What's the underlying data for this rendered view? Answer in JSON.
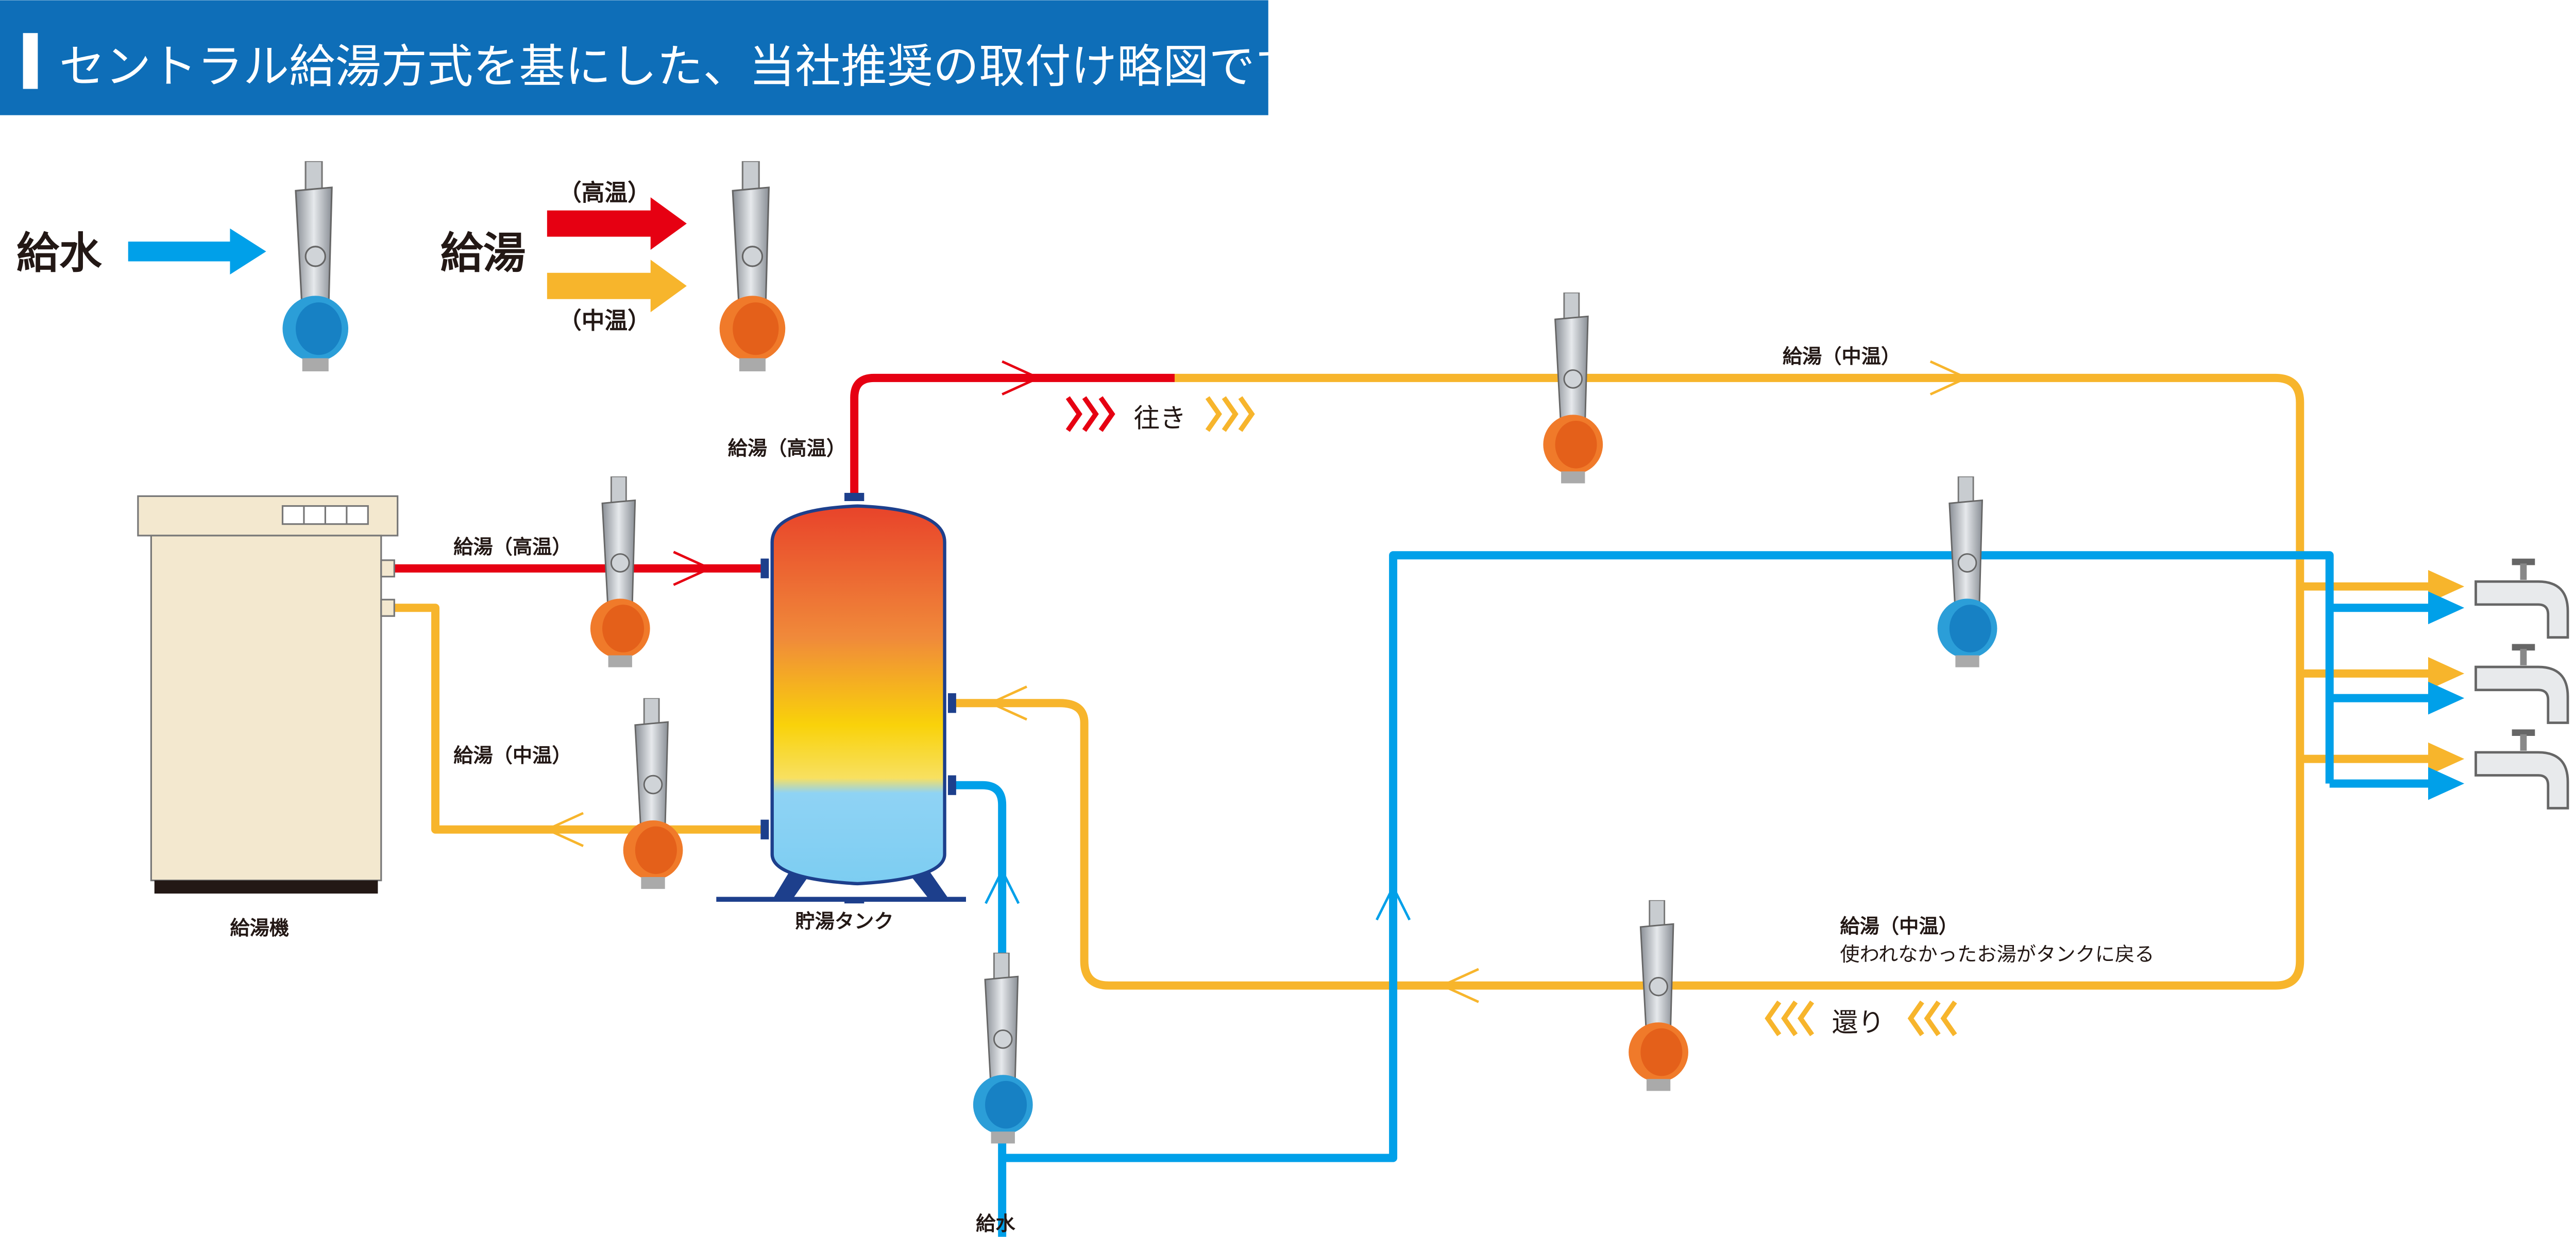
{
  "header": {
    "title": "セントラル給湯方式を基にした、当社推奨の取付け略図です。",
    "color": "#0e6eb8"
  },
  "legend": {
    "water_label": "給水",
    "hot_label": "給湯",
    "high_label": "（高温）",
    "mid_label": "（中温）"
  },
  "colors": {
    "high": "#e60012",
    "mid": "#f7b52c",
    "water": "#00a0e9"
  },
  "labels": {
    "heater_high": "給湯（高温）",
    "heater_mid": "給湯（中温）",
    "heater": "給湯機",
    "tank_top": "給湯（高温）",
    "tank": "貯湯タンク",
    "supply_mid": "給湯（中温）",
    "outgoing": "往き",
    "return_title": "給湯（中温）",
    "return_desc": "使われなかったお湯がタンクに戻る",
    "returning": "還り",
    "water_in": "給水"
  },
  "icons": {
    "valve": "pipe-valve-icon",
    "faucet": "faucet-icon"
  }
}
